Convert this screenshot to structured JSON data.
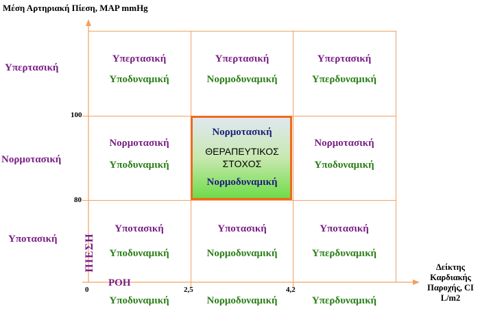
{
  "y_axis_title": "Μέση Αρτηριακή Πίεση, MAP mmHg",
  "x_axis_title_lines": [
    "Δείκτης",
    "Καρδιακής",
    "Παροχής, CI",
    "L/m2"
  ],
  "y_ticks": {
    "t100": "100",
    "t80": "80",
    "t0": "0"
  },
  "x_ticks": {
    "t25": "2,5",
    "t42": "4,2"
  },
  "row_labels": {
    "top": "Υπερτασική",
    "middle": "Νορμοτασική",
    "bottom": "Υποτασική"
  },
  "pressure_label": "ΠΙΕΣΗ",
  "flow_label": "ΡΟΗ",
  "col_labels": {
    "left": "Υποδυναμική",
    "middle": "Νορμοδυναμική",
    "right": "Υπερδυναμική"
  },
  "cells": {
    "r1c1": {
      "top": "Υπερτασική",
      "bottom": "Υποδυναμική"
    },
    "r1c2": {
      "top": "Υπερτασική",
      "bottom": "Νορμοδυναμική"
    },
    "r1c3": {
      "top": "Υπερτασική",
      "bottom": "Υπερδυναμική"
    },
    "r2c1": {
      "top": "Νορμοτασική",
      "bottom": "Υποδυναμική"
    },
    "r2c2": {
      "top": "Νορμοτασική",
      "middle1": "ΘΕΡΑΠΕΥΤΙΚΟΣ",
      "middle2": "ΣΤΟΧΟΣ",
      "bottom": "Νορμοδυναμική"
    },
    "r2c3": {
      "top": "Νορμοτασική",
      "bottom": "Υποδυναμική"
    },
    "r3c1": {
      "top": "Υποτασική",
      "bottom": "Υποδυναμική"
    },
    "r3c2": {
      "top": "Υποτασική",
      "bottom": "Νορμοδυναμική"
    },
    "r3c3": {
      "top": "Υποτασική",
      "bottom": "Υπερδυναμική"
    }
  },
  "colors": {
    "grid": "#f0a060",
    "target_border": "#ef6a1a",
    "purple": "#7a1e86",
    "green": "#2a7f17",
    "navy": "#1b1f7a"
  }
}
